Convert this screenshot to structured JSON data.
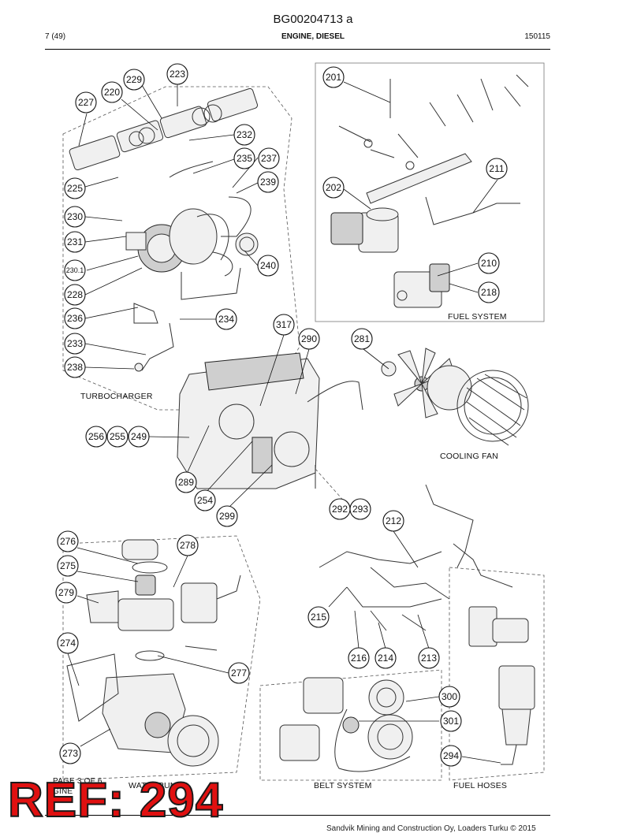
{
  "header": {
    "doc_id": "BG00204713 a",
    "page": "7 (49)",
    "section": "ENGINE, DIESEL",
    "date": "150115"
  },
  "section_labels": {
    "turbocharger": "TURBOCHARGER",
    "fuel_system": "FUEL SYSTEM",
    "cooling_fan": "COOLING FAN",
    "belt_system": "BELT SYSTEM",
    "fuel_hoses": "FUEL HOSES",
    "water_pump": "WATERPUMP",
    "page_note": "PAGE 3 OF 6",
    "page_note2": "GINE"
  },
  "callouts": {
    "c223": "223",
    "c229": "229",
    "c220": "220",
    "c227": "227",
    "c232": "232",
    "c235": "235",
    "c237": "237",
    "c239": "239",
    "c225": "225",
    "c230": "230",
    "c231": "231",
    "c2301": "230.1",
    "c240": "240",
    "c228": "228",
    "c236": "236",
    "c234": "234",
    "c233": "233",
    "c238": "238",
    "c201": "201",
    "c202": "202",
    "c211": "211",
    "c210": "210",
    "c218": "218",
    "c317": "317",
    "c290": "290",
    "c281": "281",
    "c256": "256",
    "c255": "255",
    "c249": "249",
    "c289": "289",
    "c254": "254",
    "c299": "299",
    "c292": "292",
    "c293": "293",
    "c212": "212",
    "c276": "276",
    "c278": "278",
    "c275": "275",
    "c279": "279",
    "c274": "274",
    "c277": "277",
    "c273": "273",
    "c215": "215",
    "c216": "216",
    "c214": "214",
    "c213": "213",
    "c300": "300",
    "c301": "301",
    "c294": "294"
  },
  "overlay": {
    "ref_label": "REF: 294"
  },
  "footer": {
    "copyright": "Sandvik Mining and Construction Oy, Loaders Turku © 2015"
  },
  "colors": {
    "ref_red": "#e01010",
    "ink": "#111111"
  }
}
